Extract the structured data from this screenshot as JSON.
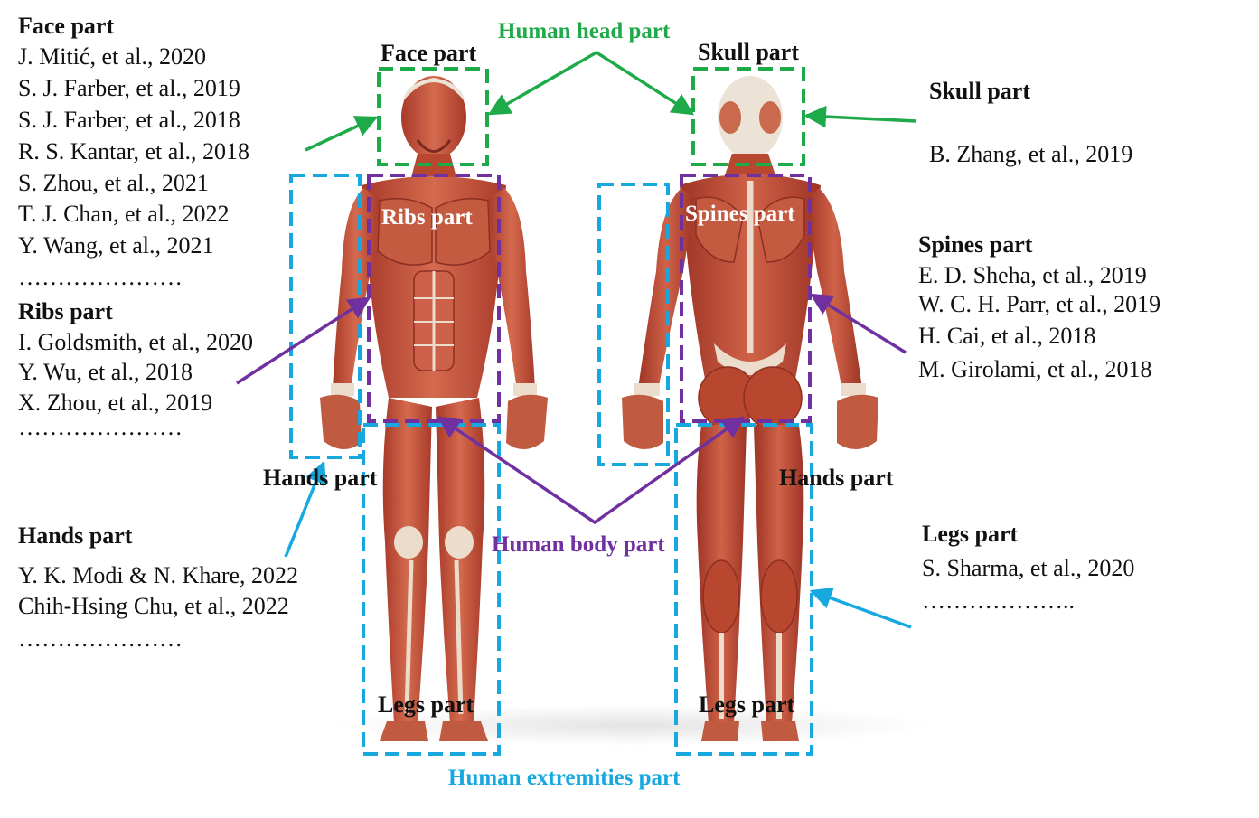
{
  "center": {
    "human_head_part": "Human head part",
    "human_body_part": "Human body part",
    "human_extremities_part": "Human extremities part"
  },
  "figure_labels": {
    "face_part": "Face part",
    "skull_part": "Skull part",
    "ribs_part": "Ribs part",
    "spines_part": "Spines part",
    "hands_part_left": "Hands part",
    "hands_part_right": "Hands part",
    "legs_part_left": "Legs part",
    "legs_part_right": "Legs part"
  },
  "lists": {
    "face": {
      "title": "Face part",
      "refs": [
        "J. Mitić, et al., 2020",
        "S. J. Farber, et al., 2019",
        "S. J. Farber, et al., 2018",
        "R. S. Kantar, et al., 2018",
        "S. Zhou, et al., 2021",
        "T. J. Chan, et al., 2022",
        "Y. Wang, et al., 2021"
      ],
      "more": "…………………"
    },
    "ribs": {
      "title": "Ribs part",
      "refs": [
        "I. Goldsmith, et al., 2020",
        "Y. Wu, et al., 2018",
        "X. Zhou, et al., 2019"
      ],
      "more": "…………………"
    },
    "hands": {
      "title": "Hands part",
      "refs": [
        "Y. K. Modi & N. Khare, 2022",
        "Chih-Hsing Chu, et al., 2022"
      ],
      "more": "…………………"
    },
    "skull": {
      "title": "Skull part",
      "refs": [
        "B. Zhang, et al., 2019"
      ]
    },
    "spines": {
      "title": "Spines part",
      "refs": [
        "E. D. Sheha, et al., 2019",
        "W. C. H. Parr, et al.,  2019",
        "H. Cai, et al., 2018",
        "M. Girolami, et al., 2018"
      ]
    },
    "legs": {
      "title": "Legs part",
      "refs": [
        "S. Sharma, et al., 2020"
      ],
      "more": "……………….."
    }
  },
  "colors": {
    "head": "#1faa4a",
    "body": "#7030a0",
    "extremities": "#17a8e0",
    "muscle": "#c8553d",
    "muscle_dark": "#9e3426",
    "tendon": "#ecdccb"
  },
  "icons": {
    "front_figure": "anatomy-front-icon",
    "back_figure": "anatomy-back-icon"
  }
}
